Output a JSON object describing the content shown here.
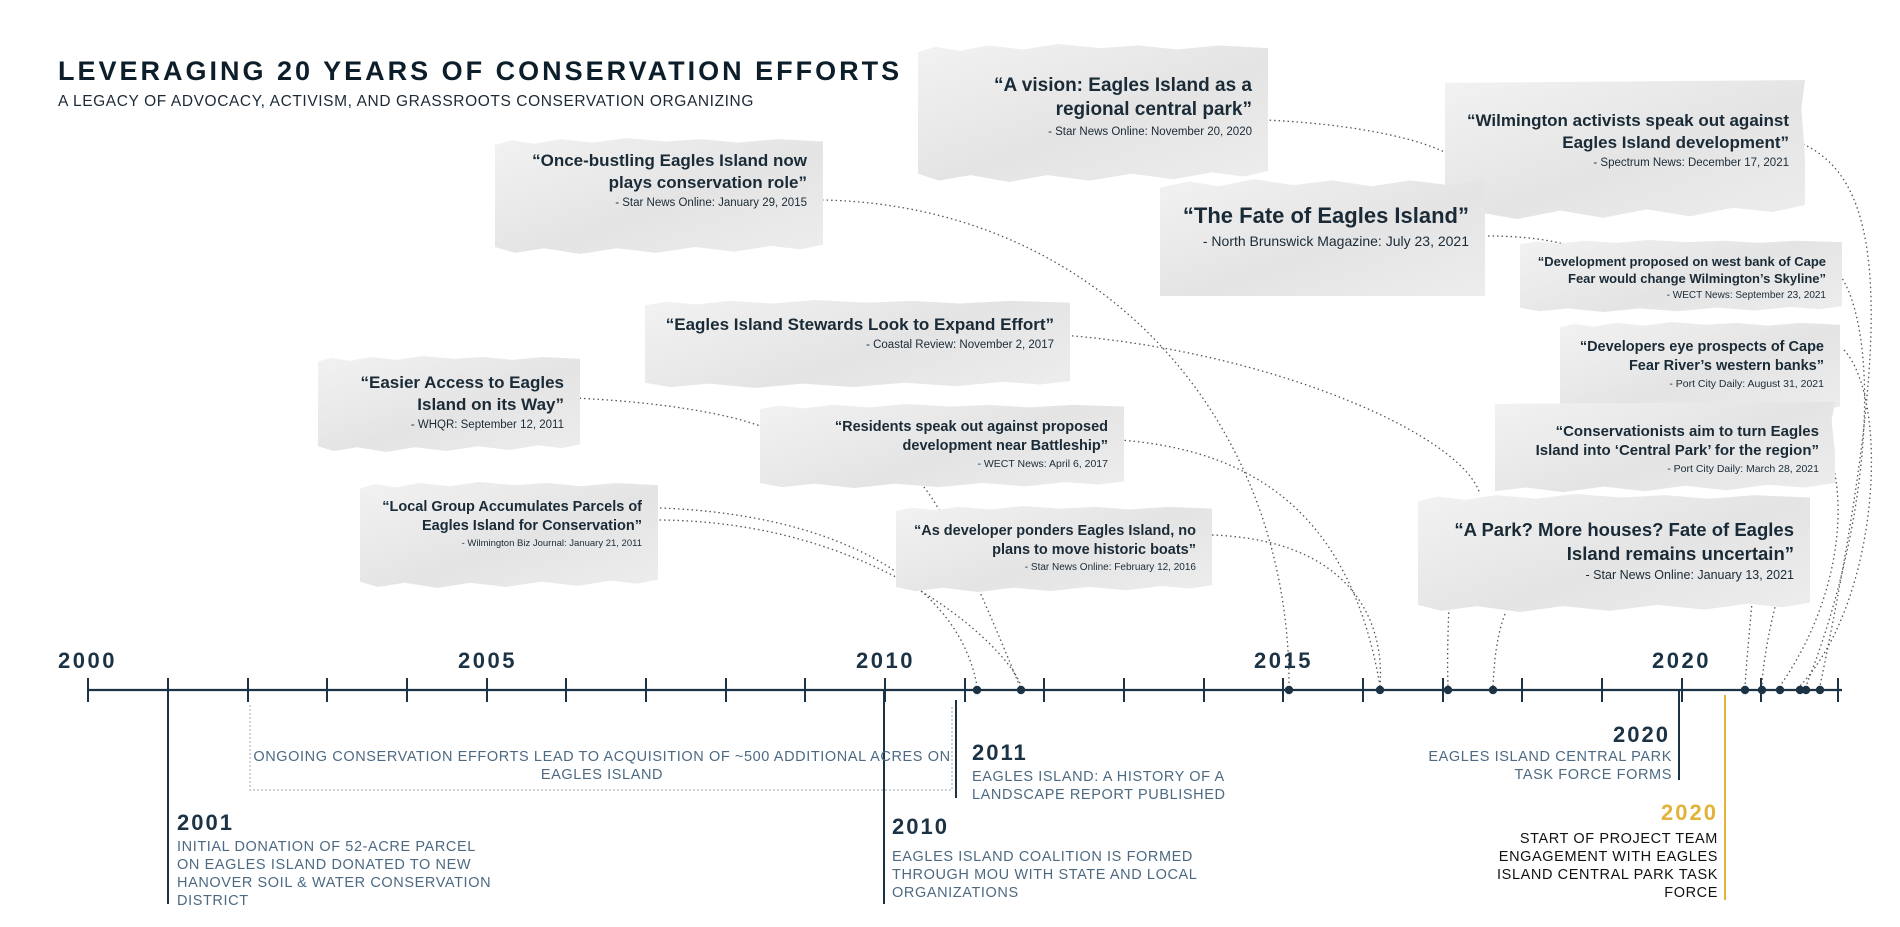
{
  "header": {
    "title": "LEVERAGING 20 YEARS OF CONSERVATION EFFORTS",
    "subtitle": "A LEGACY OF ADVOCACY, ACTIVISM, AND GRASSROOTS CONSERVATION ORGANIZING"
  },
  "axis": {
    "year_labels": [
      "2000",
      "2005",
      "2010",
      "2015",
      "2020"
    ],
    "range": [
      2000,
      2022
    ]
  },
  "colors": {
    "navy": "#1b3345",
    "muted_blue": "#4d6a82",
    "gold": "#e2b23a"
  },
  "headlines": [
    {
      "quote": "“Once-bustling Eagles Island now plays conservation role”",
      "source": "- Star News Online: January 29, 2015"
    },
    {
      "quote": "“A vision: Eagles Island as a regional central park”",
      "source": "- Star News Online: November 20, 2020"
    },
    {
      "quote": "“Wilmington activists speak out against Eagles Island development”",
      "source": "- Spectrum News: December 17, 2021"
    },
    {
      "quote": "“The Fate of Eagles Island”",
      "source": "- North Brunswick Magazine: July 23, 2021"
    },
    {
      "quote": "“Development proposed on west bank of Cape Fear would change Wilmington’s Skyline”",
      "source": "- WECT News: September 23, 2021"
    },
    {
      "quote": "“Developers eye prospects of Cape Fear River’s western banks”",
      "source": "- Port City Daily: August 31, 2021"
    },
    {
      "quote": "“Eagles Island Stewards Look to Expand Effort”",
      "source": "- Coastal Review: November 2, 2017"
    },
    {
      "quote": "“Easier Access to Eagles Island on its Way”",
      "source": "- WHQR: September 12, 2011"
    },
    {
      "quote": "“Residents speak out against proposed development near Battleship”",
      "source": "- WECT News: April 6, 2017"
    },
    {
      "quote": "“Conservationists aim to turn Eagles Island into ‘Central Park’ for the region”",
      "source": "- Port City Daily: March 28, 2021"
    },
    {
      "quote": "“Local Group Accumulates Parcels of Eagles Island for Conservation”",
      "source": "- Wilmington Biz Journal: January 21, 2011"
    },
    {
      "quote": "“As developer ponders Eagles Island, no plans to move historic boats”",
      "source": "- Star News Online: February 12, 2016"
    },
    {
      "quote": "“A Park? More houses? Fate of Eagles Island remains uncertain”",
      "source": "- Star News Online: January 13, 2021"
    }
  ],
  "events": [
    {
      "year": "2001",
      "text": "INITIAL DONATION OF 52-ACRE PARCEL ON EAGLES ISLAND DONATED TO NEW HANOVER SOIL & WATER CONSERVATION DISTRICT"
    },
    {
      "year": "2010",
      "text": "EAGLES ISLAND COALITION IS FORMED THROUGH MOU WITH STATE AND LOCAL ORGANIZATIONS"
    },
    {
      "year": "2011",
      "text": "EAGLES ISLAND: A HISTORY OF A LANDSCAPE REPORT PUBLISHED"
    },
    {
      "year": "2020",
      "text": "EAGLES ISLAND CENTRAL PARK TASK FORCE FORMS"
    },
    {
      "year": "2020",
      "text": "START OF PROJECT TEAM ENGAGEMENT WITH EAGLES ISLAND CENTRAL PARK TASK FORCE"
    }
  ],
  "ongoing": {
    "text": "ONGOING CONSERVATION EFFORTS LEAD TO ACQUISITION OF ~500 ADDITIONAL ACRES ON EAGLES ISLAND"
  }
}
